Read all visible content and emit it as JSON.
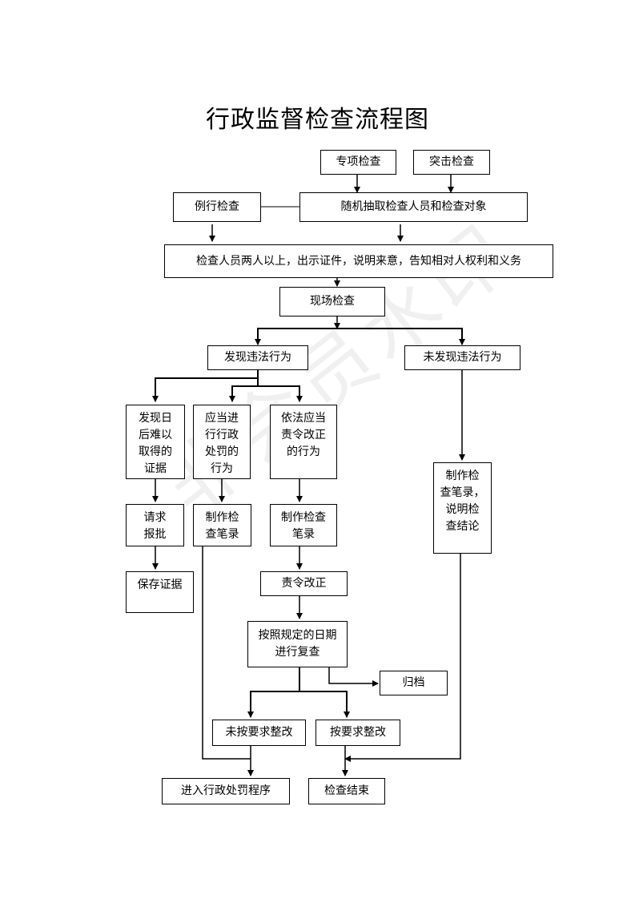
{
  "title": "行政监督检查流程图",
  "watermark": "非会员水印",
  "nodes": {
    "special": "专项检查",
    "sudden": "突击检查",
    "routine": "例行检查",
    "random": "随机抽取检查人员和检查对象",
    "personnel": "检查人员两人以上，出示证件，说明来意，告知相对人权利和义务",
    "onsite": "现场检查",
    "found": "发现违法行为",
    "notfound": "未发现违法行为",
    "evidence": "发现日\n后难以\n取得的\n证据",
    "penalty": "应当进\n行行政\n处罚的\n行为",
    "order": "依法应当\n责令改正\n的行为",
    "record_conclusion": "制作检\n查笔录，\n说明检\n查结论",
    "request": "请求\n报批",
    "record1": "制作检\n查笔录",
    "record2": "制作检查\n笔录",
    "preserve": "保存证据",
    "rectify": "责令改正",
    "review": "按照规定的日期\n进行复查",
    "archive": "归档",
    "not_rectified": "未按要求整改",
    "rectified": "按要求整改",
    "enter_penalty": "进入行政处罚程序",
    "end": "检查结束"
  }
}
